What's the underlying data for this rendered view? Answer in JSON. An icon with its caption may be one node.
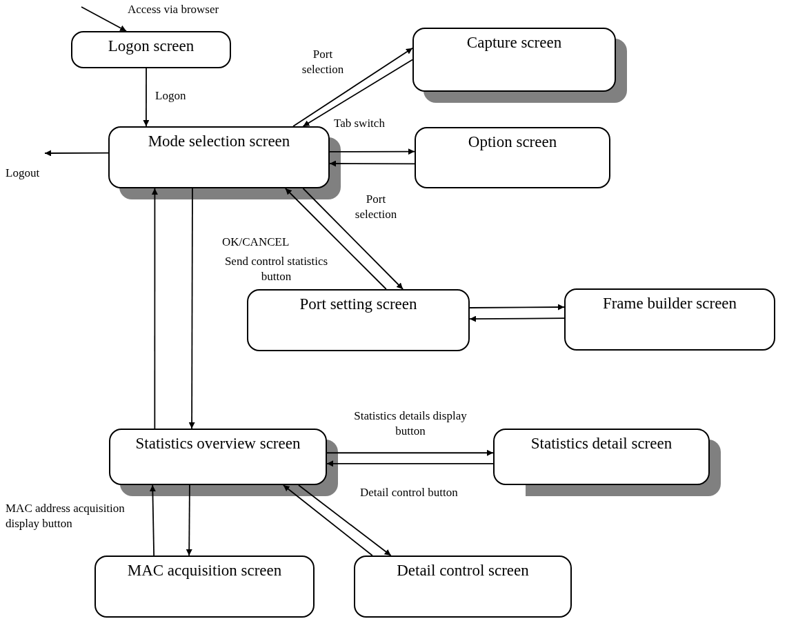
{
  "diagram": {
    "nodes": [
      {
        "text": [
          "Logon screen"
        ]
      },
      {
        "text": [
          "Mode selection screen"
        ]
      },
      {
        "text": [
          "Capture screen"
        ]
      },
      {
        "text": [
          "Option screen"
        ]
      },
      {
        "text": [
          "Port setting screen"
        ]
      },
      {
        "text": [
          "Frame builder screen"
        ]
      },
      {
        "text": [
          "Statistics overview screen"
        ]
      },
      {
        "text": [
          "Statistics detail screen"
        ]
      },
      {
        "text": [
          "MAC acquisition screen"
        ]
      },
      {
        "text": [
          "Detail control screen"
        ]
      }
    ],
    "edges": [
      {
        "from": null,
        "to": 0,
        "arrow": "to",
        "label": "Access via browser"
      },
      {
        "from": 0,
        "to": 1,
        "arrow": "to",
        "label": "Logon"
      },
      {
        "from": 1,
        "to": null,
        "arrow": "to",
        "label": "Logout"
      },
      {
        "from": 1,
        "to": 2,
        "arrow": "to",
        "label": "Port selection"
      },
      {
        "from": 2,
        "to": 1,
        "arrow": "to"
      },
      {
        "from": 1,
        "to": 3,
        "arrow": "to",
        "label": "Tab switch"
      },
      {
        "from": 3,
        "to": 1,
        "arrow": "to"
      },
      {
        "from": 1,
        "to": 4,
        "arrow": "to",
        "label": "Port selection"
      },
      {
        "from": 4,
        "to": 1,
        "arrow": "to",
        "label": "OK/CANCEL"
      },
      {
        "from": 4,
        "to": 5,
        "arrow": "to"
      },
      {
        "from": 5,
        "to": 4,
        "arrow": "to"
      },
      {
        "from": 1,
        "to": 6,
        "arrow": "to",
        "label": "Send control statistics button"
      },
      {
        "from": 6,
        "to": 1,
        "arrow": "to"
      },
      {
        "from": 6,
        "to": 7,
        "arrow": "to",
        "label": "Statistics details display button"
      },
      {
        "from": 7,
        "to": 6,
        "arrow": "to"
      },
      {
        "from": 6,
        "to": 9,
        "arrow": "to",
        "label": "Detail control button"
      },
      {
        "from": 9,
        "to": 6,
        "arrow": "to"
      },
      {
        "from": 6,
        "to": 8,
        "arrow": "to"
      },
      {
        "from": 8,
        "to": 6,
        "arrow": "to",
        "label": "MAC address acquisition display button"
      }
    ]
  }
}
